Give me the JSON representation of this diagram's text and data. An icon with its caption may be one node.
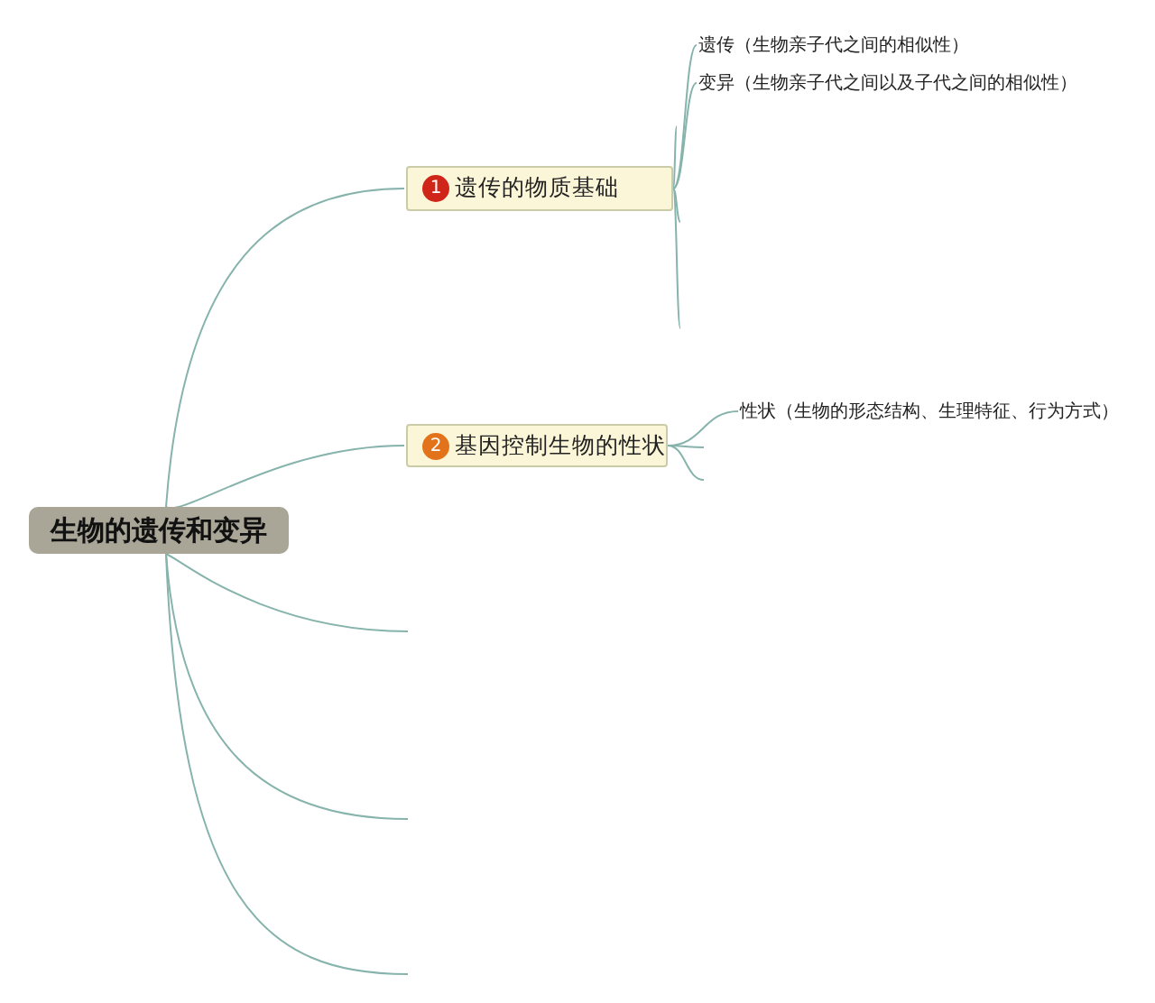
{
  "diagram": {
    "nodes": [
      {
        "text": [
          "生物的遗传和变异"
        ]
      },
      {
        "text": [
          "1",
          "遗传的物质基础"
        ]
      },
      {
        "text": [
          "遗传（生物亲子代之间的相似性）"
        ]
      },
      {
        "text": [
          "变异（生物亲子代之间以及子代之间的相似性）"
        ]
      },
      {
        "text": [
          "2",
          "基因控制生物的性状"
        ]
      },
      {
        "text": [
          "性状（生物的形态结构、生理特征、行为方式）"
        ]
      }
    ],
    "edges": [
      {
        "from": 0,
        "to": 1,
        "arrow": "none"
      },
      {
        "from": 0,
        "to": 4,
        "arrow": "none"
      },
      {
        "from": 0,
        "to": null,
        "arrow": "none"
      },
      {
        "from": 0,
        "to": null,
        "arrow": "none"
      },
      {
        "from": 0,
        "to": null,
        "arrow": "none"
      },
      {
        "from": 1,
        "to": 2,
        "arrow": "none"
      },
      {
        "from": 1,
        "to": 3,
        "arrow": "none"
      },
      {
        "from": 1,
        "to": null,
        "arrow": "none"
      },
      {
        "from": 1,
        "to": null,
        "arrow": "none"
      },
      {
        "from": 1,
        "to": null,
        "arrow": "none"
      },
      {
        "from": 4,
        "to": 5,
        "arrow": "none"
      },
      {
        "from": 4,
        "to": null,
        "arrow": "none"
      },
      {
        "from": 4,
        "to": null,
        "arrow": "none"
      }
    ]
  }
}
